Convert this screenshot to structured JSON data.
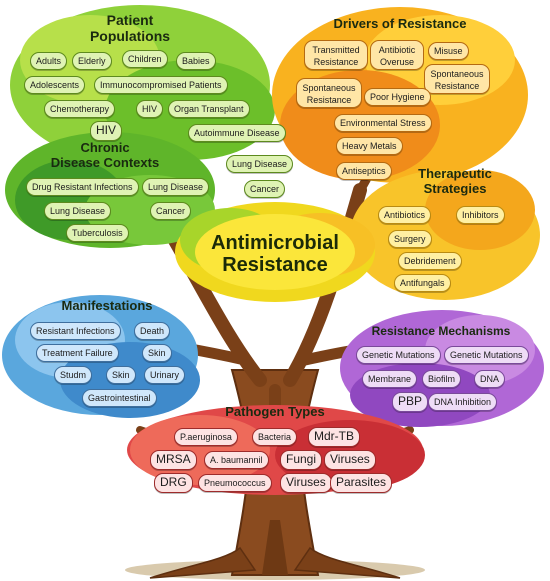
{
  "center": {
    "line1": "Antimicrobial",
    "line2": "Resistance"
  },
  "patient": {
    "title1": "Patient",
    "title2": "Populations",
    "items": [
      "Adults",
      "Elderly",
      "Children",
      "Babies",
      "Adolescents",
      "Immunocompromised Patients",
      "Chemotherapy",
      "HIV",
      "Organ Transplant",
      "HIV",
      "Autoimmune Disease"
    ]
  },
  "chronic": {
    "title1": "Chronic",
    "title2": "Disease Contexts",
    "items": [
      "Lung Disease",
      "Drug Resistant Infections",
      "Lung Disease",
      "Cancer",
      "Lung Disease",
      "Cancer",
      "Tuberculosis"
    ]
  },
  "drivers": {
    "title": "Drivers of Resistance",
    "items": [
      "Transmitted Resistance",
      "Antibiotic Overuse",
      "Misuse",
      "Spontaneous Resistance",
      "Spontaneous Resistance",
      "Poor Hygiene",
      "Environmental Stress",
      "Heavy Metals",
      "Antiseptics"
    ]
  },
  "therapeutic": {
    "title1": "Therapeutic",
    "title2": "Strategies",
    "items": [
      "Antibiotics",
      "Inhibitors",
      "Surgery",
      "Debridement",
      "Antifungals"
    ]
  },
  "manifestations": {
    "title": "Manifestations",
    "items": [
      "Resistant Infections",
      "Death",
      "Treatment Failure",
      "Skin",
      "Studm",
      "Skin",
      "Urinary",
      "Gastrointestinal"
    ]
  },
  "mechanisms": {
    "title": "Resistance Mechanisms",
    "items": [
      "Genetic Mutations",
      "Genetic Mutations",
      "Membrane",
      "Biofilm",
      "DNA",
      "PBP",
      "DNA Inhibition"
    ]
  },
  "pathogens": {
    "title": "Pathogen Types",
    "items": [
      "P.aeruginosa",
      "Bacteria",
      "Mdr-TB",
      "MRSA",
      "A. baumannil",
      "Fungi",
      "Viruses",
      "DRG",
      "Pneumococcus",
      "Viruses",
      "Parasites"
    ]
  },
  "colors": {
    "trunk": "#8a4b1f",
    "trunk_dark": "#5e2f10",
    "green": "#6cbf2a",
    "orange": "#f5a21b",
    "yellow": "#f4d21f",
    "blue": "#4b9ad8",
    "purple": "#a25ad0",
    "red": "#d93a3a"
  }
}
